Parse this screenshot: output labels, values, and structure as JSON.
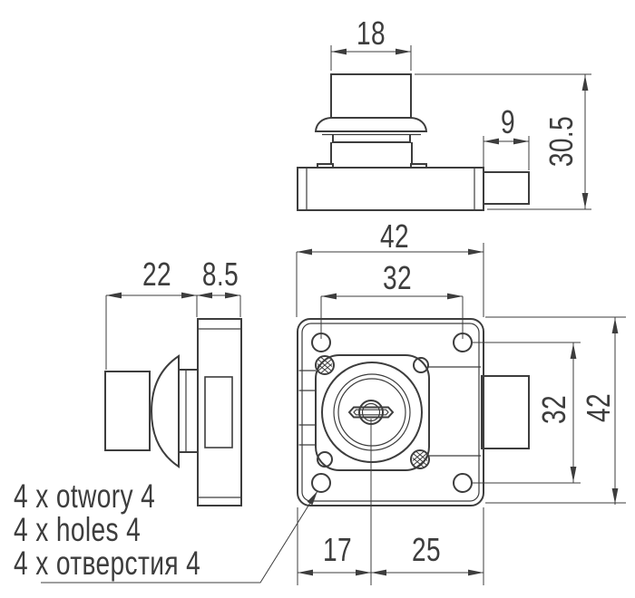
{
  "drawing": {
    "colors": {
      "line": "#3d3d3d",
      "background": "#ffffff"
    },
    "notes": {
      "lines": [
        "4 x otwory 4",
        "4 x holes 4",
        "4 x отверстия 4"
      ]
    },
    "dims": {
      "top_view": {
        "knob_width": "18",
        "bolt_width": "9",
        "height": "30.5"
      },
      "side_view": {
        "body_depth": "22",
        "flange_depth": "8.5"
      },
      "front_view": {
        "width": "42",
        "holes_horizontal": "32",
        "holes_vertical": "32",
        "height": "42",
        "center_from_left": "17",
        "center_to_right": "25"
      }
    }
  }
}
